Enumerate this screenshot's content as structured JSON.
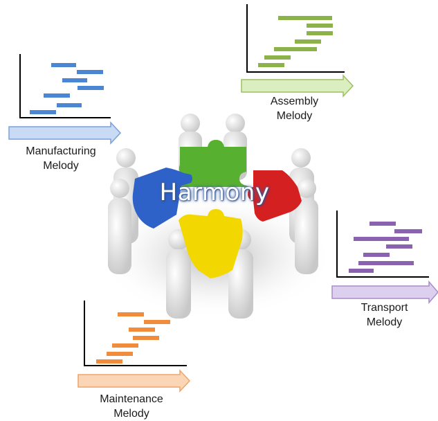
{
  "center": {
    "title": "Harmony"
  },
  "panels": {
    "manufacturing": {
      "line1": "Manufacturing",
      "line2": "Melody",
      "color": "#4a86d4",
      "arrow_fill": "#c8daf4",
      "arrow_stroke": "#7aa0d8"
    },
    "assembly": {
      "line1": "Assembly",
      "line2": "Melody",
      "color": "#8cb24a",
      "arrow_fill": "#dbeec0",
      "arrow_stroke": "#9cc060"
    },
    "transport": {
      "line1": "Transport",
      "line2": "Melody",
      "color": "#8a62b0",
      "arrow_fill": "#ddd0ee",
      "arrow_stroke": "#a88cc8"
    },
    "maintenance": {
      "line1": "Maintenance",
      "line2": "Melody",
      "color": "#f08c3c",
      "arrow_fill": "#fbd6b6",
      "arrow_stroke": "#f0a468"
    }
  },
  "pieces": {
    "green": "#58b030",
    "blue": "#2f62c8",
    "red": "#d42020",
    "yellow": "#f2d800"
  }
}
